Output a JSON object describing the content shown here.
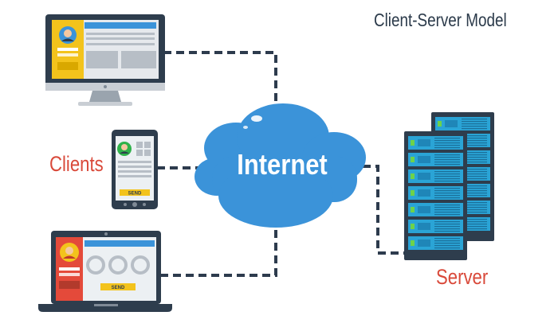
{
  "title": "Client-Server Model",
  "nodes": {
    "internet": "Internet",
    "clients": "Clients",
    "server": "Server"
  },
  "buttons": {
    "tablet_send": "SEND",
    "laptop_send": "SEND"
  },
  "colors": {
    "cloud": "#3b93d9",
    "dashed_link": "#2d3b4d",
    "label_red": "#d9493a",
    "title_navy": "#2b3a4a",
    "card_yellow": "#f3c31c",
    "card_red": "#e44a3a",
    "server_teal": "#2aa4d6",
    "server_green_led": "#6dd24a"
  }
}
